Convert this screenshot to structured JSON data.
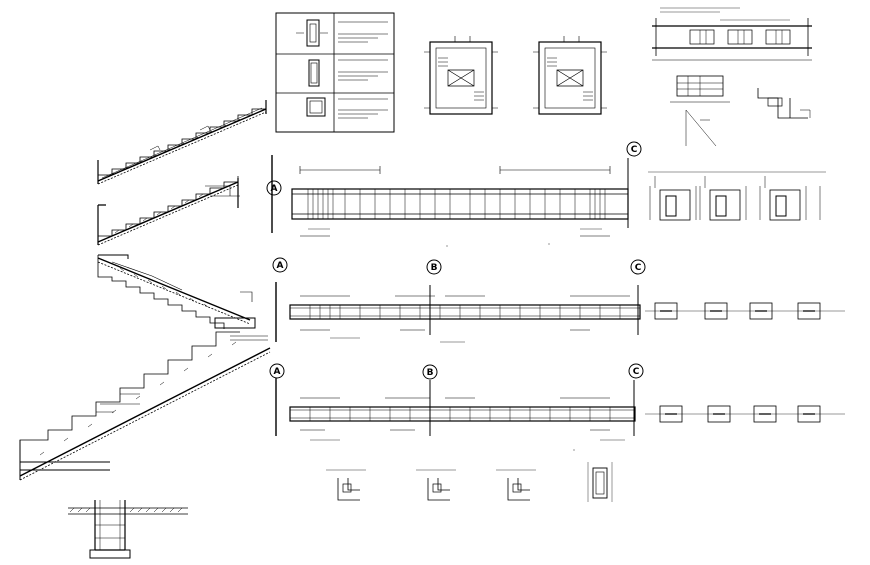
{
  "drawing": {
    "axes": [
      "A",
      "B",
      "C"
    ],
    "colors": {
      "ink": "#000000",
      "paper": "#ffffff"
    }
  }
}
